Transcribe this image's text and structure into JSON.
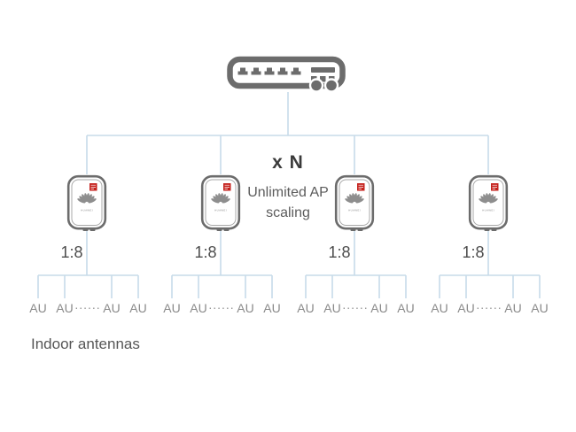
{
  "diagram": {
    "type": "network-topology",
    "root_device": "ethernet-switch",
    "branch_device": "wireless-access-point",
    "branch_count": 4,
    "multiplier": "x N",
    "note": "Unlimited AP scaling",
    "split_ratio": "1:8",
    "antenna_unit": "AU",
    "ellipsis": "......",
    "caption": "Indoor antennas",
    "icons": {
      "root": "ethernet-switch-icon",
      "branch": "access-point-icon",
      "branch_brand": "huawei-logo-icon",
      "branch_badge": "red-brand-badge-icon"
    },
    "colors": {
      "connector_line": "#c7dbe9",
      "device_gray": "#6c6c6c",
      "device_inner_gray": "#a8a8a8",
      "huawei_red": "#c5211c",
      "text_primary": "#3b3b3b",
      "text_secondary": "#5c5c5c",
      "text_tertiary": "#8a8a8a",
      "background": "#ffffff"
    }
  }
}
